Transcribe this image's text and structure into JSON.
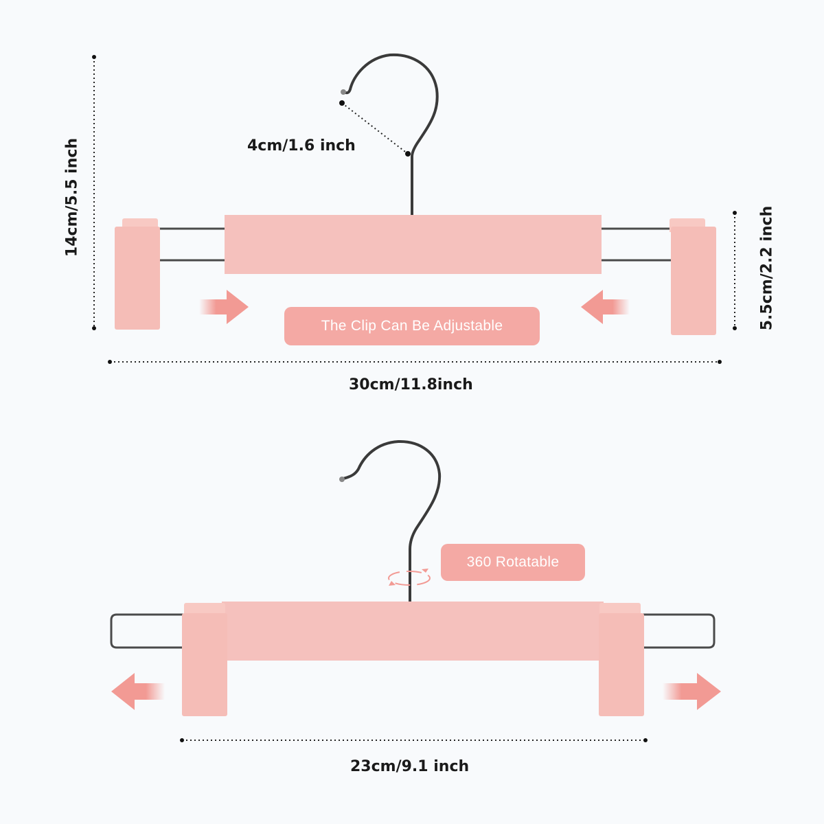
{
  "top_hanger": {
    "hook_measure": "4cm/1.6 inch",
    "height_measure": "14cm/5.5 inch",
    "clip_height_measure": "5.5cm/2.2 inch",
    "width_measure": "30cm/11.8inch",
    "callout": "The Clip Can Be Adjustable",
    "arrows": [
      "arrow-right-inward",
      "arrow-left-inward"
    ]
  },
  "bottom_hanger": {
    "callout": "360 Rotatable",
    "width_measure": "23cm/9.1 inch",
    "arrows": [
      "arrow-left-outward",
      "arrow-right-outward"
    ],
    "rotate_icon": "rotate-icon"
  },
  "colors": {
    "background": "#f8fafc",
    "hanger_pink": "#f5c1bd",
    "callout_pink": "#f4a9a4",
    "arrow_pink": "#f29a94",
    "wire": "#4a4a4a",
    "text": "#1a1a1a"
  }
}
